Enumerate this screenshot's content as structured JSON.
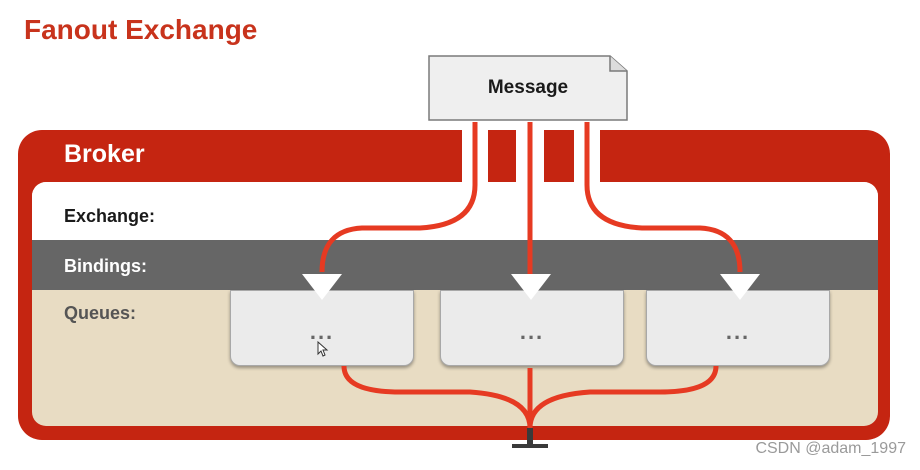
{
  "title": "Fanout Exchange",
  "message": {
    "label": "Message"
  },
  "broker": {
    "label": "Broker",
    "rows": {
      "exchange": "Exchange:",
      "bindings": "Bindings:",
      "queues": "Queues:"
    }
  },
  "queues": [
    {
      "label": "..."
    },
    {
      "label": "..."
    },
    {
      "label": "..."
    }
  ],
  "watermark": "CSDN @adam_1997",
  "colors": {
    "title": "#c8331c",
    "broker": "#c52511",
    "flow_line": "#e63a22",
    "bindings_band": "#666666",
    "queues_band": "#e8dcc3"
  }
}
